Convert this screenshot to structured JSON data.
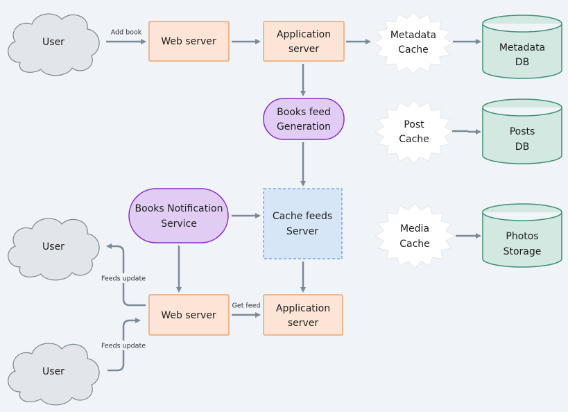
{
  "nodes": {
    "user1": {
      "label": "User"
    },
    "user2": {
      "label": "User"
    },
    "user3": {
      "label": "User"
    },
    "web_server_1": {
      "label": "Web server"
    },
    "web_server_2": {
      "label": "Web server"
    },
    "app_server_1": {
      "lines": [
        "Application",
        "server"
      ]
    },
    "app_server_2": {
      "lines": [
        "Application",
        "server"
      ]
    },
    "metadata_cache": {
      "lines": [
        "Metadata",
        "Cache"
      ]
    },
    "metadata_db": {
      "lines": [
        "Metadata",
        "DB"
      ]
    },
    "books_feed_generation": {
      "lines": [
        "Books feed",
        "Generation"
      ]
    },
    "post_cache": {
      "lines": [
        "Post",
        "Cache"
      ]
    },
    "posts_db": {
      "lines": [
        "Posts",
        "DB"
      ]
    },
    "books_notification_service": {
      "lines": [
        "Books Notification",
        "Service"
      ]
    },
    "cache_feeds_server": {
      "lines": [
        "Cache feeds",
        "Server"
      ]
    },
    "media_cache": {
      "lines": [
        "Media",
        "Cache"
      ]
    },
    "photos_storage": {
      "lines": [
        "Photos",
        "Storage"
      ]
    }
  },
  "edges": {
    "add_book": "Add book",
    "feeds_update_1": "Feeds update",
    "feeds_update_2": "Feeds update",
    "get_feed": "Get feed"
  },
  "colors": {
    "server_fill": "#fce4d6",
    "service_fill": "#e1cdf3",
    "cache_server_fill": "#d6e6f7",
    "database_fill": "#d2e8e1",
    "user_fill": "#e2e5e9",
    "arrow": "#7b8a99",
    "background": "#f0f3f7"
  }
}
